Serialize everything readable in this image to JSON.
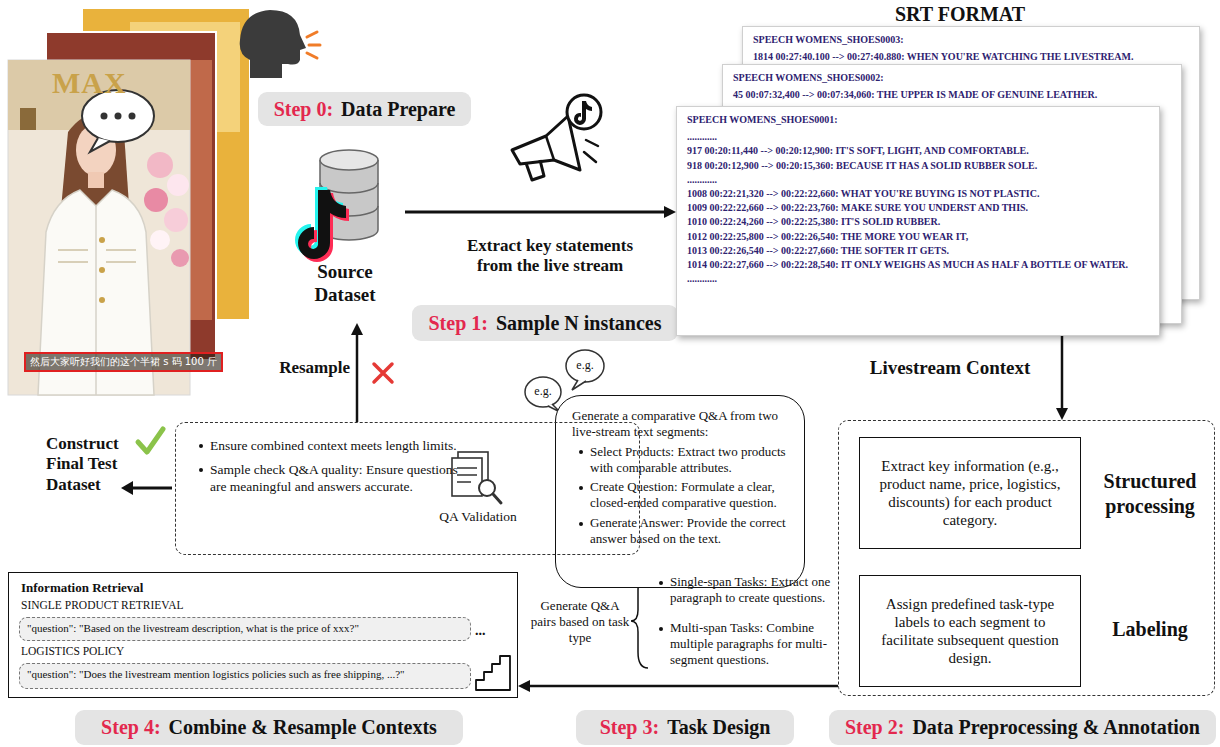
{
  "diagram": {
    "nodes": [
      {
        "text": [
          "Step 0:",
          "Data Prepare"
        ]
      },
      {
        "text": [
          "Source Dataset"
        ]
      },
      {
        "text": [
          "Step 1:",
          "Sample N instances"
        ]
      },
      {
        "text": [
          "SPEECH WOMENS_SHOES0003:",
          "1814 00:27:40.100 --> 00:27:40.880: WHEN YOU'RE WATCHING THE LIVESTREAM."
        ]
      },
      {
        "text": [
          "SPEECH WOMENS_SHOES0002:",
          "45 00:07:32,400 --> 00:07:34,060: THE UPPER IS MADE OF GENUINE LEATHER."
        ]
      },
      {
        "text": [
          "SPEECH WOMENS_SHOES0001:",
          "............",
          "917 00:20:11,440 --> 00:20:12,900: IT'S SOFT, LIGHT, AND COMFORTABLE.",
          "918 00:20:12,900 --> 00:20:15,360: BECAUSE IT HAS A SOLID RUBBER SOLE.",
          "............",
          "1008 00:22:21,320 --> 00:22:22,660: WHAT YOU'RE BUYING IS NOT PLASTIC.",
          "1009 00:22:22,660 --> 00:22:23,760: MAKE SURE YOU UNDERST AND THIS.",
          "1010 00:22:24,260 --> 00:22:25,380: IT'S SOLID RUBBER.",
          "1012 00:22:25,800 --> 00:22:26,540: THE MORE YOU WEAR IT,",
          "1013 00:22:26,540 --> 00:22:27,660: THE SOFTER IT GETS.",
          "1014 00:22:27,660 --> 00:22:28,540: IT ONLY WEIGHS AS MUCH AS HALF A BOTTLE OF WATER.",
          "............"
        ]
      },
      {
        "text": [
          "Structured processing",
          "Labeling"
        ]
      },
      {
        "text": [
          "Extract key information (e.g., product name, price, logistics, discounts) for each product category."
        ],
        "in": 6
      },
      {
        "text": [
          "Assign predefined task-type labels to each segment to facilitate subsequent question design."
        ],
        "in": 6
      },
      {
        "text": [
          "Step 2:",
          "Data Preprocessing & Annotation"
        ]
      },
      {
        "text": [
          "Generate a comparative Q&A from two live-stream text segments:",
          "Select Products: Extract two products with comparable attributes.",
          "Create Question: Formulate a clear, closed-ended comparative question.",
          "Generate Answer: Provide the correct answer based on the text."
        ]
      },
      {
        "text": [
          "Step 3:",
          "Task Design"
        ]
      },
      {
        "text": [
          "Information Retrieval",
          "SINGLE PRODUCT RETRIEVAL",
          "LOGISTICS POLICY",
          "..."
        ]
      },
      {
        "text": [
          "\"question\": \"Based on the livestream description, what is the price of xxx?\""
        ],
        "in": 12
      },
      {
        "text": [
          "\"question\": \"Does the livestream mention logistics policies such as free shipping, ...?\""
        ],
        "in": 12
      },
      {
        "text": [
          "Step 4:",
          "Combine & Resample Contexts"
        ]
      },
      {
        "text": [
          "Ensure combined context meets length limits.",
          "Sample check Q&A quality: Ensure questions are meaningful and answers accurate.",
          "QA Validation"
        ]
      }
    ],
    "edges": [
      {
        "from": 1,
        "to": 5,
        "label": "Extract key statements from the live stream",
        "arrow": "to"
      },
      {
        "from": 5,
        "to": 6,
        "arrow": "to"
      },
      {
        "from": 6,
        "to": 12,
        "arrow": "to"
      },
      {
        "from": 16,
        "to": 1,
        "label": "Resample",
        "arrow": "to"
      }
    ],
    "labels": [
      "SRT FORMAT",
      "Livestream Context",
      "然后大家听好我们的这个半裙 s 码 100 斤",
      "MAX",
      "e.g.",
      "e.g.",
      "Generate Q&A pairs based on task type",
      "Single-span Tasks: Extract one paragraph to create questions.",
      "Multi-span Tasks: Combine multiple paragraphs for multi-segment questions.",
      "Construct Final Test Dataset"
    ]
  }
}
